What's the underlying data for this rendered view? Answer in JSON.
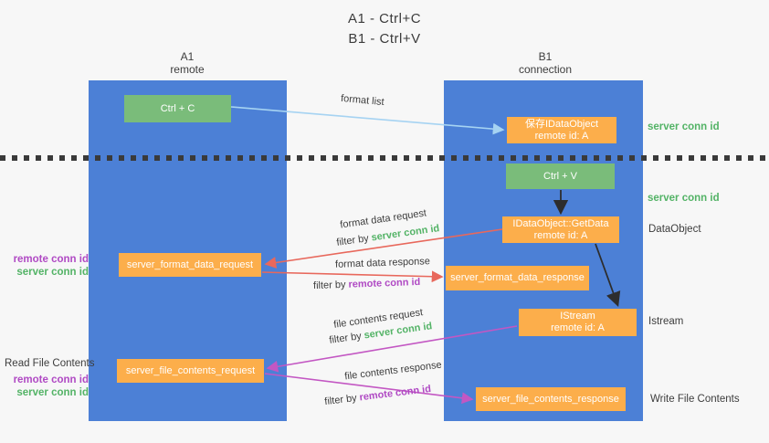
{
  "title": {
    "line1": "A1 - Ctrl+C",
    "line2": "B1 - Ctrl+V"
  },
  "columns": {
    "left": {
      "name": "A1",
      "role": "remote"
    },
    "right": {
      "name": "B1",
      "role": "connection"
    }
  },
  "boxes": {
    "ctrl_c": {
      "label": "Ctrl + C"
    },
    "save_idataobject": {
      "line1": "保存IDataObject",
      "line2": "remote id: A"
    },
    "ctrl_v": {
      "label": "Ctrl + V"
    },
    "getdata": {
      "line1": "IDataObject::GetData",
      "line2": "remote id: A"
    },
    "format_request": {
      "label": "server_format_data_request"
    },
    "format_response": {
      "label": "server_format_data_response"
    },
    "istream": {
      "line1": "IStream",
      "line2": "remote id: A"
    },
    "file_request": {
      "label": "server_file_contents_request"
    },
    "file_response": {
      "label": "server_file_contents_response"
    }
  },
  "arrow_labels": {
    "format_list": "format list",
    "format_data_request": "format data request",
    "format_data_response": "format data response",
    "file_contents_request": "file contents request",
    "file_contents_response": "file contents response",
    "filter_by": "filter by",
    "server_conn_id": "server conn id",
    "remote_conn_id": "remote conn id"
  },
  "side_labels": {
    "server_conn_id": "server conn id",
    "remote_conn_id": "remote conn id",
    "dataobject": "DataObject",
    "istream": "Istream",
    "read_file_contents": "Read File Contents",
    "write_file_contents": "Write File Contents"
  },
  "colors": {
    "background": "#f7f7f7",
    "column_blue": "#4c80d6",
    "box_green": "#7abc7a",
    "box_orange": "#fcae4b",
    "label_green": "#53b366",
    "label_purple": "#b04ac4",
    "arrow_blue": "#a6d3f2",
    "arrow_red": "#e8685c",
    "arrow_magenta": "#c357c3",
    "arrow_black": "#2d2d2d"
  }
}
